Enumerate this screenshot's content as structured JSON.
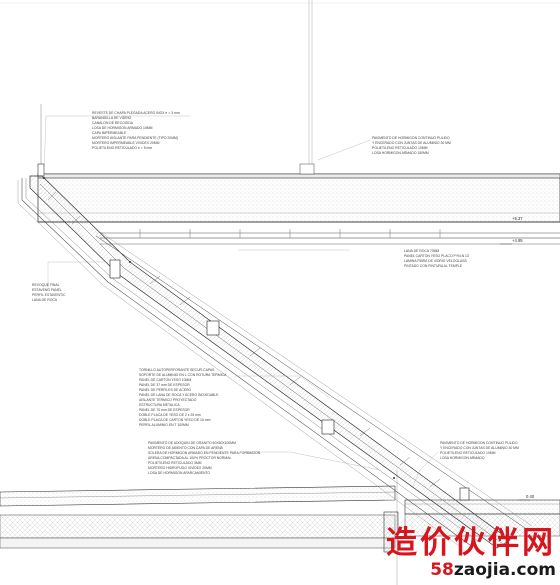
{
  "notes": {
    "top_left": [
      "REVESTE DE CHAPA PLEGADA ACERO INOX e = 3 mm",
      "BARANDILLA DE VIDRIO",
      "CANALON DE RECOGIDA",
      "LOSA DE HORMIGON ARMADO 15MM",
      "CAPA IMPERMEABLE",
      "MORTERO AISLANTE PARA PENDIENTE (TIPO 20MM)",
      "MORTERO IMPERMEABLE VIVIDEX 20MM",
      "POLIETILENO RETICULADO e = 5 mm"
    ],
    "top_right": [
      "PAVIMENTO DE HORMIGON CONTINUO PULIDO",
      "Y ENCERADO CON JUNTAS DE ALUMINIO 30 MM",
      "POLIETILENO RETICULADO 10MM",
      "LOSA HORMIGON ARMADO 150MM"
    ],
    "mid_right": [
      "LANA DE ROCA 70MM",
      "PANEL CARTON YESO PLACO PYN-N 13",
      "LAMINA FIBRA DE VIDRIO VELOGLASS",
      "PINTADO CON PINTURA AL TEMPLE"
    ],
    "left_small": [
      "REVOQUE FINAL",
      "ESTAVENG PANEL",
      "PERFIL ESTAVENTIC",
      "LANA DE ROCA"
    ],
    "center_list": [
      "TORNILLO AUTOPERFORANTE SECUR-CAPAS",
      "SOPORTE DE ALUMINIO EN L CON ROTURA TERMICA",
      "PANEL DE CARTON YESO 10MM",
      "PANEL DE 37 mm DE ESPESOR",
      "PANEL DE PERFILES DE ACERO",
      "PANEL DE LANA DE ROCA Y ACERO INOXIDABLE",
      "AISLANTE TERMICO PROYECTADO",
      "ESTRUCTURA METALICA",
      "PANEL DE 70 mm DE ESPESOR",
      "DOBLE PLACA DE YESO DE 2 x 25 mm",
      "DOBLE PLACA DE CARTON YESO DE 15 mm",
      "PERFIL ALUMINIO EN T 100MM"
    ],
    "bottom_center": [
      "PAVIMENTO DE ADOQUIN DE GRANITO 60X60X100MM",
      "MORTERO DE ASIENTO CON CAPA DE ARENA",
      "SOLERA DE HORMIGON ARMADO EN PENDIENTE PARA FORMACION",
      "ARENA COMPACTADA AL 100% PROCTOR NORMAL",
      "POLIETILENO RETICULADO 3MM",
      "MORTERO HIDROFUGO VIVIDEX 20MM",
      "LOSA DE HORMIGON APARCAMIENTO"
    ],
    "bottom_right": [
      "PAVIMENTO DE HORMIGON CONTINUO PULIDO",
      "Y ENCERADO CON JUNTAS DE ALUMINIO 30 MM",
      "POLIETILENO RETICULADO 10MM",
      "LOSA HORMIGON ARMADO"
    ]
  },
  "levels": {
    "upper_top": "+5.37",
    "upper_bottom": "+4.95",
    "lower": "0.40"
  },
  "watermark": {
    "cn": "造价伙伴网",
    "num": "58",
    "url": "zaojia.com"
  },
  "colors": {
    "line": "#333333",
    "hatch": "#b9b9b9",
    "watermark_red": "#d8141c"
  }
}
